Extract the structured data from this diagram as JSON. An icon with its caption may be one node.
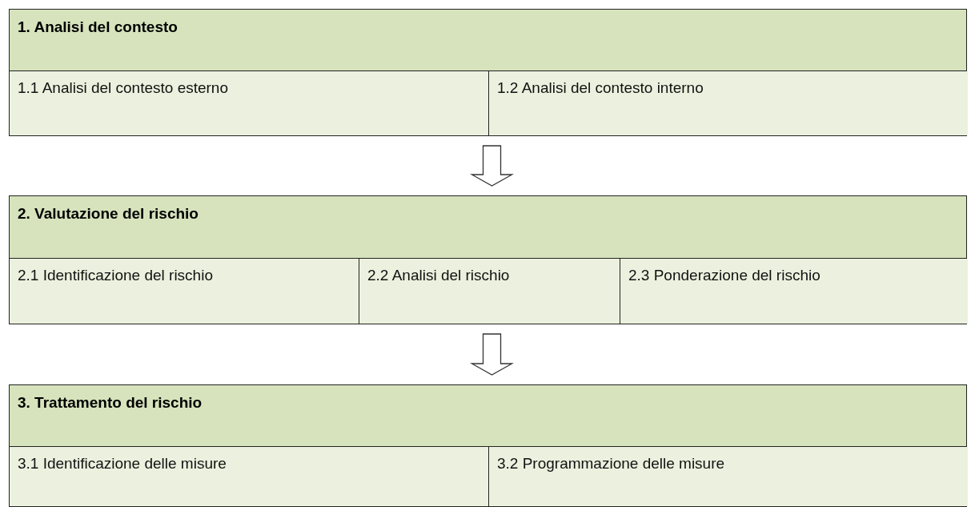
{
  "diagram": {
    "nodes": [
      {
        "text": [
          "1. Analisi del contesto"
        ]
      },
      {
        "text": [
          "1.1 Analisi del contesto esterno"
        ],
        "in": 0
      },
      {
        "text": [
          "1.2 Analisi del contesto interno"
        ],
        "in": 0
      },
      {
        "text": [
          "2. Valutazione del rischio"
        ]
      },
      {
        "text": [
          "2.1 Identificazione del rischio"
        ],
        "in": 3
      },
      {
        "text": [
          "2.2 Analisi del rischio"
        ],
        "in": 3
      },
      {
        "text": [
          "2.3 Ponderazione del rischio"
        ],
        "in": 3
      },
      {
        "text": [
          "3. Trattamento del rischio"
        ]
      },
      {
        "text": [
          "3.1 Identificazione delle misure"
        ],
        "in": 7
      },
      {
        "text": [
          "3.2 Programmazione delle misure"
        ],
        "in": 7
      }
    ],
    "edges": [
      {
        "from": 0,
        "to": 3,
        "arrow": "to"
      },
      {
        "from": 3,
        "to": 7,
        "arrow": "to"
      }
    ]
  }
}
